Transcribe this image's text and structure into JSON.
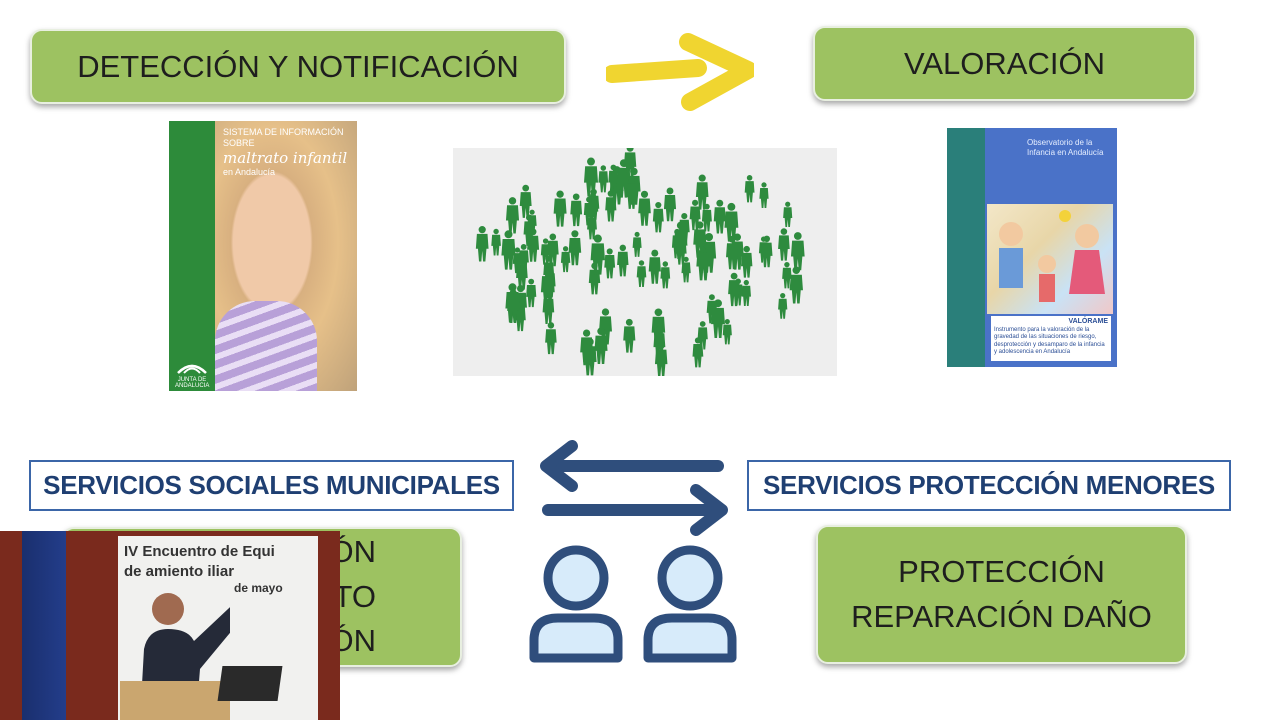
{
  "slide": {
    "top_left_box": "DETECCIÓN Y NOTIFICACIÓN",
    "top_right_box": "VALORACIÓN",
    "services_left": "SERVICIOS SOCIALES MUNICIPALES",
    "services_right": "SERVICIOS PROTECCIÓN MENORES",
    "bottom_right_box": [
      "PROTECCIÓN",
      "REPARACIÓN DAÑO"
    ],
    "bottom_left_box_visible": [
      "CIÓN",
      "NTO",
      "CIÓN"
    ]
  },
  "book_left": {
    "cover_small": "SISTEMA DE INFORMACIÓN SOBRE",
    "cover_title": "maltrato infantil",
    "cover_region": "en Andalucía",
    "logo_text": "JUNTA DE ANDALUCIA"
  },
  "book_right": {
    "header": "Observatorio de la Infancia en Andalucía",
    "caption_title": "VALÓRAME",
    "caption_text": "Instrumento para la valoración de la gravedad de las situaciones de riesgo, desprotección y desamparo de la infancia y adolescencia en Andalucía"
  },
  "webcam": {
    "banner_line1": "IV Encuentro de Equi",
    "banner_line2": "de    amiento    iliar",
    "banner_line3": "de mayo"
  },
  "colors": {
    "pill_green": "#9dc261",
    "arrow_yellow": "#f0d530",
    "navy": "#2f4e7c",
    "people_green": "#2e8b3e",
    "service_text": "#1f3f72"
  },
  "icons": [
    "right-arrow-icon",
    "exchange-arrows-icon",
    "users-icon"
  ]
}
